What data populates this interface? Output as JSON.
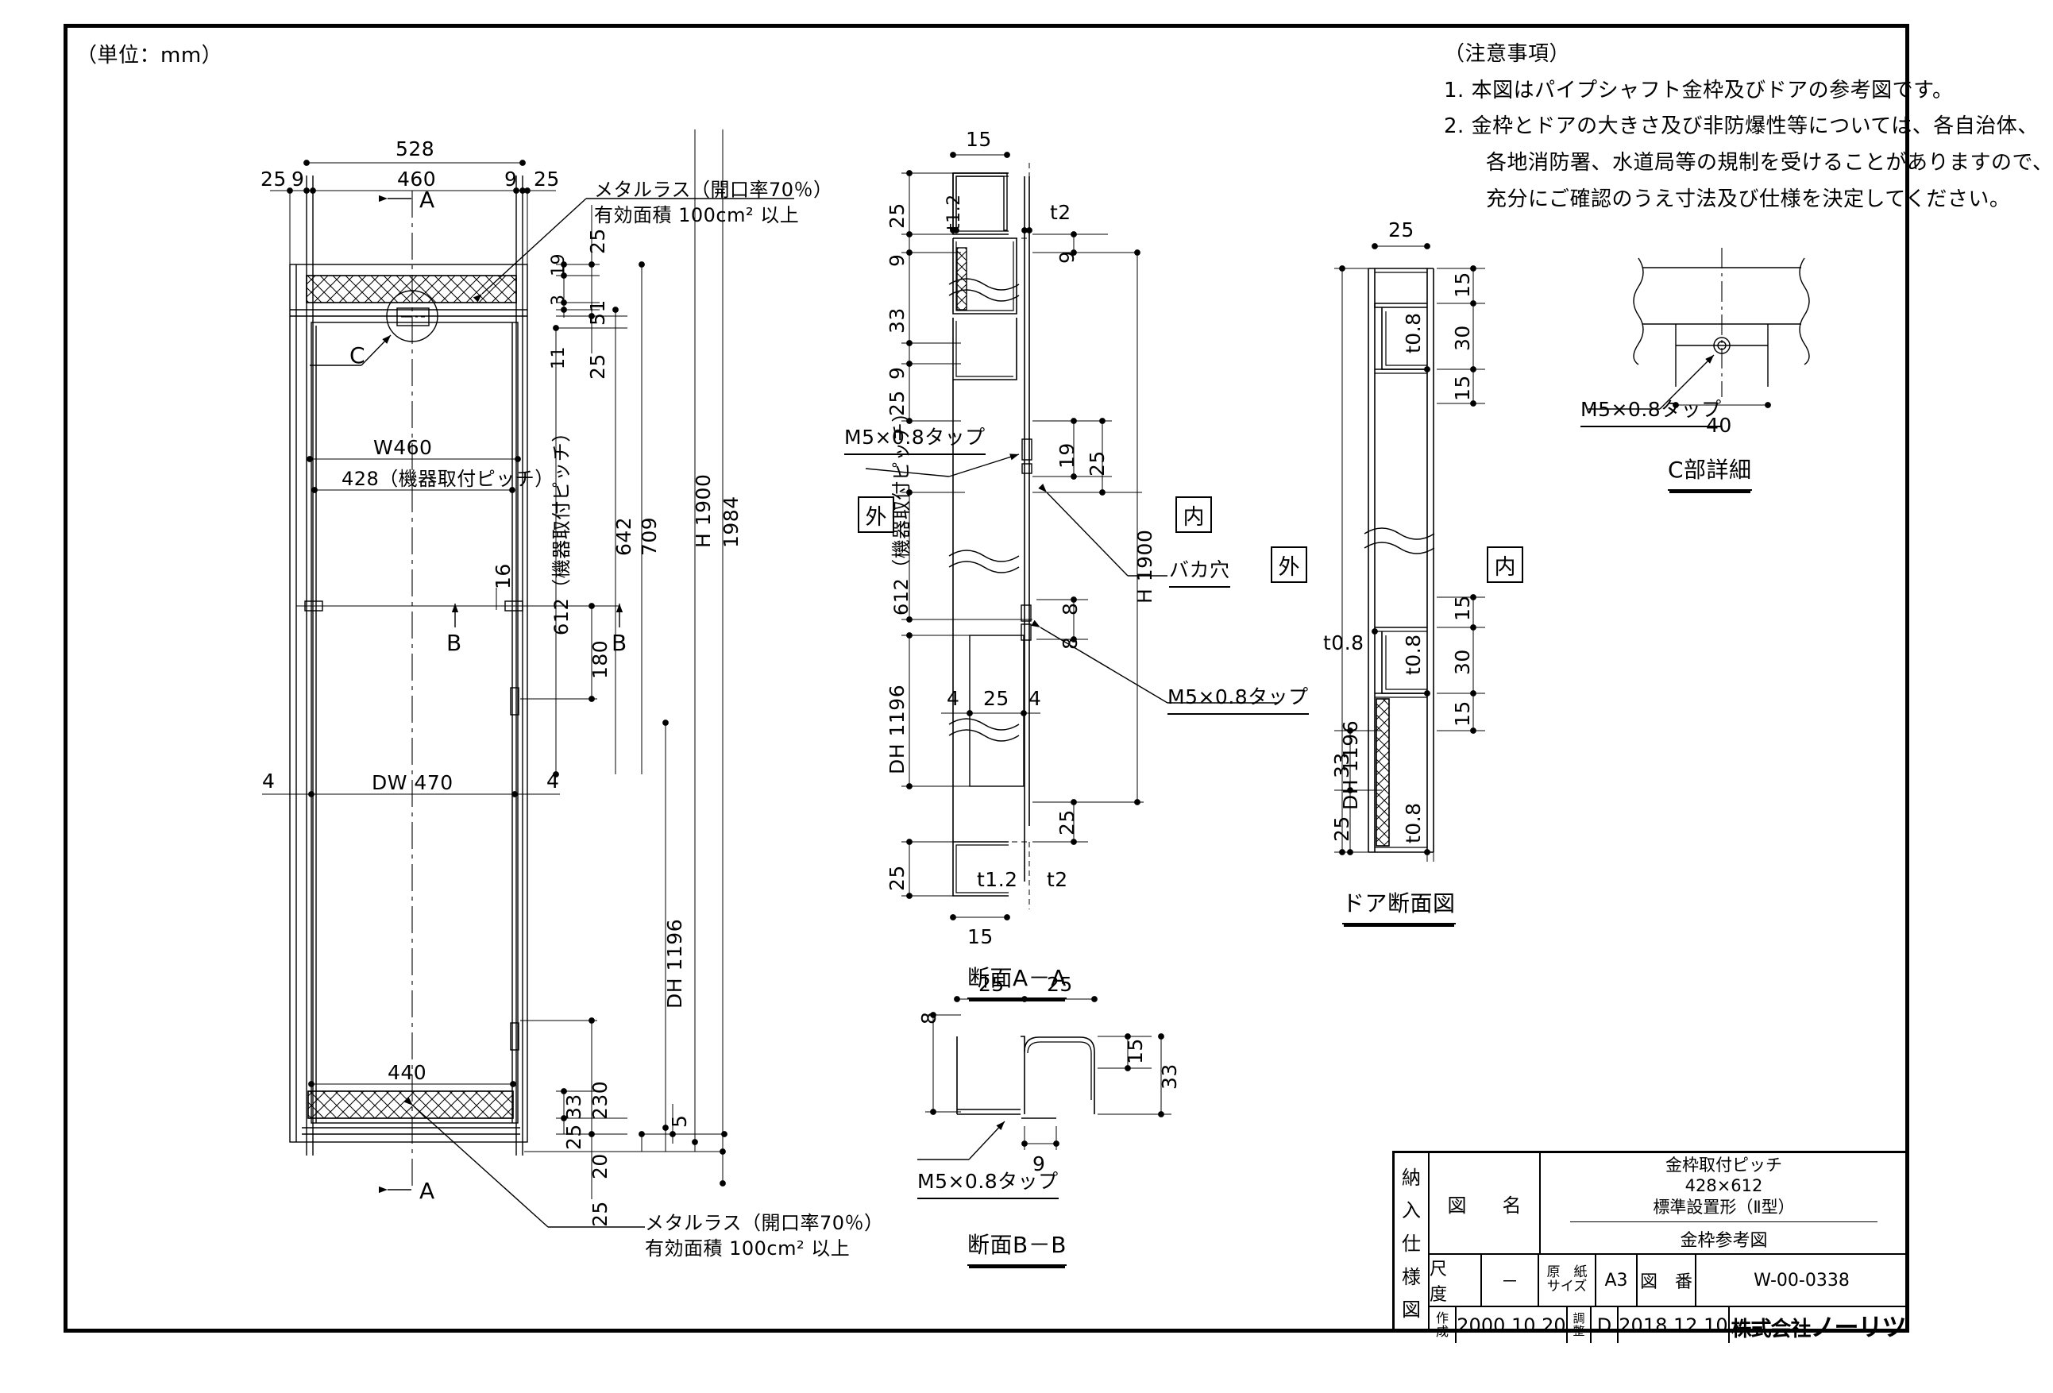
{
  "sheet": {
    "unit_note": "（単位：mm）"
  },
  "notes": {
    "heading": "（注意事項）",
    "items": [
      "1. 本図はパイプシャフト金枠及びドアの参考図です。",
      "2. 金枠とドアの大きさ及び非防爆性等については、各自治体、",
      "　　各地消防署、水道局等の規制を受けることがありますので、",
      "　　充分にご確認のうえ寸法及び仕様を決定してください。"
    ]
  },
  "front_view": {
    "title": "",
    "top_dims": [
      "528",
      "25",
      "9",
      "460",
      "9",
      "25"
    ],
    "metal_lath_top_note_l1": "メタルラス（開口率70％）",
    "metal_lath_top_note_l2": "有効面積 100cm² 以上",
    "metal_lath_bottom_note_l1": "メタルラス（開口率70％）",
    "metal_lath_bottom_note_l2": "有効面積 100cm² 以上",
    "section_mark_a_top": "A",
    "section_mark_a_bottom": "A",
    "detail_mark_c": "C",
    "section_mark_b_left": "B",
    "section_mark_b_right": "B",
    "inner_width_w": "W460",
    "mount_pitch_w": "428（機器取付ピッチ）",
    "door_width": "DW 470",
    "lath_width_bottom": "440",
    "gap_left": "4",
    "gap_right": "4",
    "stile_16": "16",
    "right_dims": {
      "d25_top": "25",
      "d3": "3",
      "d19": "19",
      "d51": "51",
      "d11": "11",
      "d25_b": "25",
      "pitch_612": "612（機器取付ピッチ）",
      "d642": "642",
      "d709": "709",
      "d180": "180",
      "h1900": "H 1900",
      "d1984": "1984",
      "dh1196": "DH 1196",
      "d33": "33",
      "d230": "230",
      "d25_low": "25",
      "d20": "20",
      "d5": "5",
      "d25_bottom": "25"
    }
  },
  "section_aa": {
    "caption": "断面A－A",
    "dims": {
      "w15_top": "15",
      "t12_top": "t1.2",
      "t2_top": "t2",
      "d25_1": "25",
      "d9_1": "9",
      "d33": "33",
      "d9_2": "9",
      "d25_2": "25",
      "d9_right": "9",
      "d19": "19",
      "d25_right": "25",
      "h1900": "H 1900",
      "pitch612": "612（機器取付ピッチ）",
      "d8_a": "8",
      "d8_b": "8",
      "dh1196": "DH 1196",
      "d4_l": "4",
      "d25_mid": "25",
      "d4_r": "4",
      "d25_low": "25",
      "d25_bottom": "25",
      "t12_bot": "t1.2",
      "t2_bot": "t2",
      "w15_bot": "15"
    },
    "labels": {
      "tap_left": "M5×0.8タップ",
      "baka_ana": "バカ穴",
      "tap_right": "M5×0.8タップ",
      "outside": "外",
      "inside": "内"
    }
  },
  "section_bb": {
    "caption": "断面B－B",
    "dims": {
      "d25_l": "25",
      "d25_r": "25",
      "d8": "8",
      "d15": "15",
      "d33": "33",
      "d9": "9"
    },
    "labels": {
      "tap": "M5×0.8タップ"
    }
  },
  "door_section": {
    "caption": "ドア断面図",
    "dims": {
      "w25": "25",
      "d15_top": "15",
      "d30_top": "30",
      "d15_top2": "15",
      "t08_a": "t0.8",
      "dh1196": "DH 1196",
      "d15_b1": "15",
      "d30_b": "30",
      "d15_b2": "15",
      "t08_b": "t0.8",
      "t08_c": "t0.8",
      "t08_d": "t0.8",
      "d33": "33",
      "d25": "25"
    },
    "labels": {
      "outside": "外",
      "inside": "内"
    }
  },
  "detail_c": {
    "caption": "C部詳細",
    "dims": {
      "d40": "40"
    },
    "labels": {
      "tap": "M5×0.8タップ"
    }
  },
  "title_block": {
    "left_column": [
      "納",
      "入",
      "仕",
      "様",
      "図"
    ],
    "drawing_name_label": [
      "図",
      "名"
    ],
    "drawing_title_line1": "金枠取付ピッチ",
    "drawing_title_line2": "428×612",
    "drawing_title_line3": "標準設置形（Ⅱ型）",
    "drawing_subtitle": "金枠参考図",
    "scale_label": "尺　度",
    "scale_value": "－",
    "paper_size_label_1": "原　紙",
    "paper_size_label_2": "サイズ",
    "paper_size_value": "A3",
    "drawing_no_label": "図　番",
    "drawing_no_value": "W-00-0338",
    "created_label_1": "作",
    "created_label_2": "成",
    "created_date": "2000.10.20",
    "revised_label_1": "調",
    "revised_label_2": "整",
    "revision_code": "D",
    "revised_date": "2018.12.10",
    "company_prefix": "株式会社",
    "company_name": "ノーリツ"
  }
}
